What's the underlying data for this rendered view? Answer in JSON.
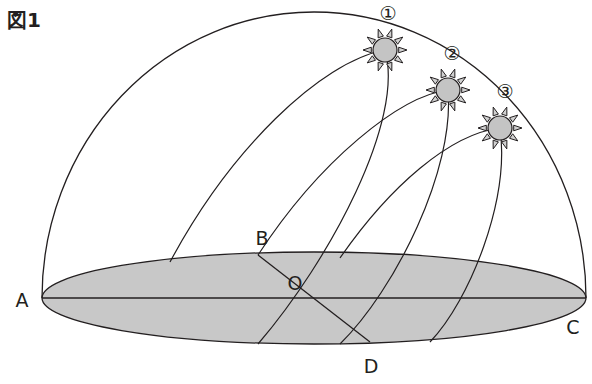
{
  "diagram": {
    "labels": [
      "図1",
      "①",
      "②",
      "③",
      "B",
      "A",
      "O",
      "C",
      "D"
    ]
  }
}
